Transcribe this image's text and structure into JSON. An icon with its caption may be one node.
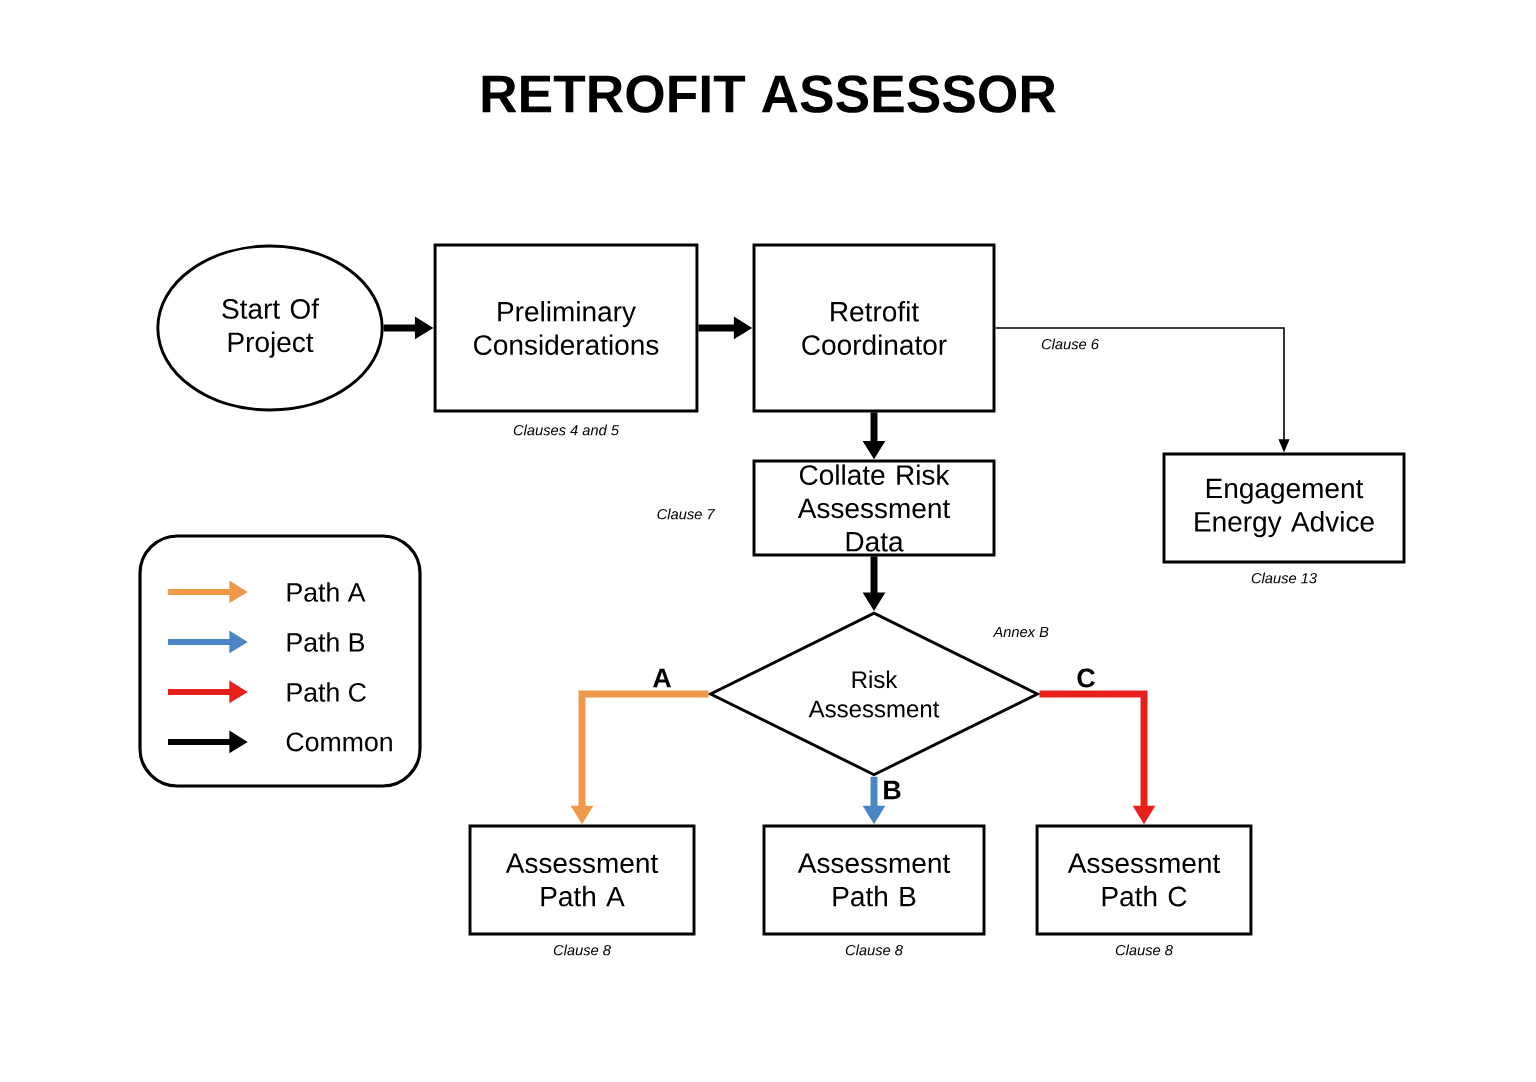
{
  "diagram": {
    "title": "RETROFIT ASSESSOR",
    "nodes": [
      {
        "text": [
          "Start Of Project"
        ]
      },
      {
        "text": [
          "Preliminary Considerations"
        ],
        "beside": [
          "Clauses 4 and 5"
        ]
      },
      {
        "text": [
          "Retrofit Coordinator"
        ]
      },
      {
        "text": [
          "Collate Risk Assessment Data"
        ],
        "beside": [
          "Clause 7"
        ]
      },
      {
        "text": [
          "Engagement Energy Advice"
        ],
        "beside": [
          "Clause 13"
        ]
      },
      {
        "text": [
          "Risk Assessment"
        ],
        "beside": [
          "Annex B"
        ]
      },
      {
        "text": [
          "Assessment Path A"
        ],
        "beside": [
          "Clause 8"
        ]
      },
      {
        "text": [
          "Assessment Path B"
        ],
        "beside": [
          "Clause 8"
        ]
      },
      {
        "text": [
          "Assessment Path C"
        ],
        "beside": [
          "Clause 8"
        ]
      }
    ],
    "edges": [
      {
        "from": 0,
        "to": 1,
        "arrow": "to"
      },
      {
        "from": 1,
        "to": 2,
        "arrow": "to"
      },
      {
        "from": 2,
        "to": 3,
        "arrow": "to"
      },
      {
        "from": 2,
        "to": 4,
        "arrow": "to",
        "label": "Clause 6"
      },
      {
        "from": 3,
        "to": 5,
        "arrow": "to"
      },
      {
        "from": 5,
        "to": 6,
        "arrow": "to",
        "label": "A",
        "color": "#f0984a"
      },
      {
        "from": 5,
        "to": 7,
        "arrow": "to",
        "label": "B",
        "color": "#4a86c5"
      },
      {
        "from": 5,
        "to": 8,
        "arrow": "to",
        "label": "C",
        "color": "#e8201c"
      }
    ],
    "legend": [
      {
        "text": "Path A",
        "color": "#f0984a"
      },
      {
        "text": "Path B",
        "color": "#4a86c5"
      },
      {
        "text": "Path C",
        "color": "#e8201c"
      },
      {
        "text": "Common",
        "color": "#000000"
      }
    ]
  }
}
